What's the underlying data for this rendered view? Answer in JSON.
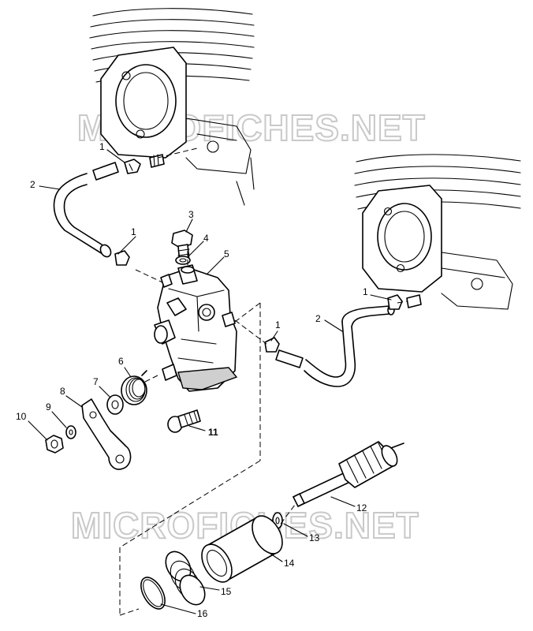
{
  "watermark": {
    "text_top": "MICROFICHES.NET",
    "text_bottom": "MICROFICHES.NET"
  },
  "callouts": {
    "c1a": "1",
    "c1b": "1",
    "c1c": "1",
    "c1d": "1",
    "c2a": "2",
    "c2b": "2",
    "c3": "3",
    "c4": "4",
    "c5": "5",
    "c6": "6",
    "c7": "7",
    "c8": "8",
    "c9": "9",
    "c10": "10",
    "c11": "11",
    "c12": "12",
    "c13": "13",
    "c14": "14",
    "c15": "15",
    "c16": "16"
  }
}
